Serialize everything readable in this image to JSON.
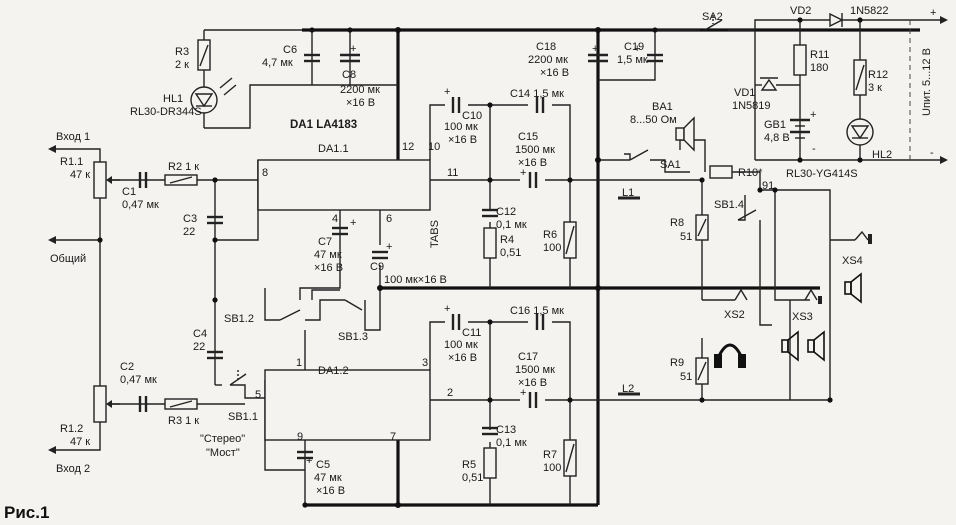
{
  "figure_label": "Рис.1",
  "inputs": {
    "in1": "Вход 1",
    "in2": "Вход 2",
    "common": "Общий"
  },
  "supply_label": "Uпит. 5...12 В",
  "chip": {
    "name": "DA1 LA4183",
    "ch1": "DA1.1",
    "ch2": "DA1.2",
    "tabs": "TABS",
    "pins": {
      "p1": "1",
      "p2": "2",
      "p3": "3",
      "p4": "4",
      "p5": "5",
      "p6": "6",
      "p7": "7",
      "p8": "8",
      "p9": "9",
      "p10": "10",
      "p11": "11",
      "p12": "12"
    }
  },
  "mode_labels": {
    "stereo": "\"Стерео\"",
    "bridge": "\"Мост\""
  },
  "lines": {
    "l1": "L1",
    "l2": "L2"
  },
  "components": {
    "r11_ref": "R1.1",
    "r11_val": "47 к",
    "r12_ref": "R1.2",
    "r12_val": "47 к",
    "r2": "R2  1 к",
    "r3a_ref": "R3",
    "r3a_val": "2 к",
    "r3b": "R3  1 к",
    "r4_ref": "R4",
    "r4_val": "0,51",
    "r5_ref": "R5",
    "r5_val": "0,51",
    "r6_ref": "R6",
    "r6_val": "100",
    "r7_ref": "R7",
    "r7_val": "100",
    "r8_ref": "R8",
    "r8_val": "51",
    "r9_ref": "R9",
    "r9_val": "51",
    "r10": "R10*",
    "r10_val": "91",
    "r11b_ref": "R11",
    "r11b_val": "180",
    "r12b_ref": "R12",
    "r12b_val": "3 к",
    "c1_ref": "C1",
    "c1_val": "0,47 мк",
    "c2_ref": "C2",
    "c2_val": "0,47 мк",
    "c3_ref": "C3",
    "c3_val": "22",
    "c4_ref": "C4",
    "c4_val": "22",
    "c5_ref": "C5",
    "c5_v1": "47 мк",
    "c5_v2": "×16 В",
    "c6_ref": "C6",
    "c6_val": "4,7 мк",
    "c7_ref": "C7",
    "c7_v1": "47 мк",
    "c7_v2": "×16 В",
    "c8_ref": "C8",
    "c8_v1": "2200 мк",
    "c8_v2": "×16 В",
    "c9_ref": "C9",
    "c9_val": "100 мк×16 В",
    "c10_ref": "C10",
    "c10_v1": "100 мк",
    "c10_v2": "×16 В",
    "c11_ref": "C11",
    "c11_v1": "100 мк",
    "c11_v2": "×16 В",
    "c12_ref": "C12",
    "c12_val": "0,1 мк",
    "c13_ref": "C13",
    "c13_val": "0,1 мк",
    "c14": "C14  1,5 мк",
    "c15_ref": "C15",
    "c15_v1": "1500 мк",
    "c15_v2": "×16 В",
    "c16": "C16  1,5 мк",
    "c17_ref": "C17",
    "c17_v1": "1500 мк",
    "c17_v2": "×16 В",
    "c18_ref": "C18",
    "c18_v1": "2200 мк",
    "c18_v2": "×16 В",
    "c19_ref": "C19",
    "c19_val": "1,5 мк",
    "sa1": "SA1",
    "sa2": "SA2",
    "sb11": "SB1.1",
    "sb12": "SB1.2",
    "sb13": "SB1.3",
    "sb14": "SB1.4",
    "ba1_ref": "BA1",
    "ba1_val": "8...50 Ом",
    "gb1_ref": "GB1",
    "gb1_val": "4,8 В",
    "hl1_ref": "HL1",
    "hl1_val": "RL30-DR344S",
    "hl2_ref": "HL2",
    "hl2_val": "RL30-YG414S",
    "vd1_ref": "VD1",
    "vd1_val": "1N5819",
    "vd2_ref": "VD2",
    "vd2_val": "1N5822",
    "xs2": "XS2",
    "xs3": "XS3",
    "xs4": "XS4"
  },
  "signs": {
    "plus": "+",
    "minus": "-"
  }
}
